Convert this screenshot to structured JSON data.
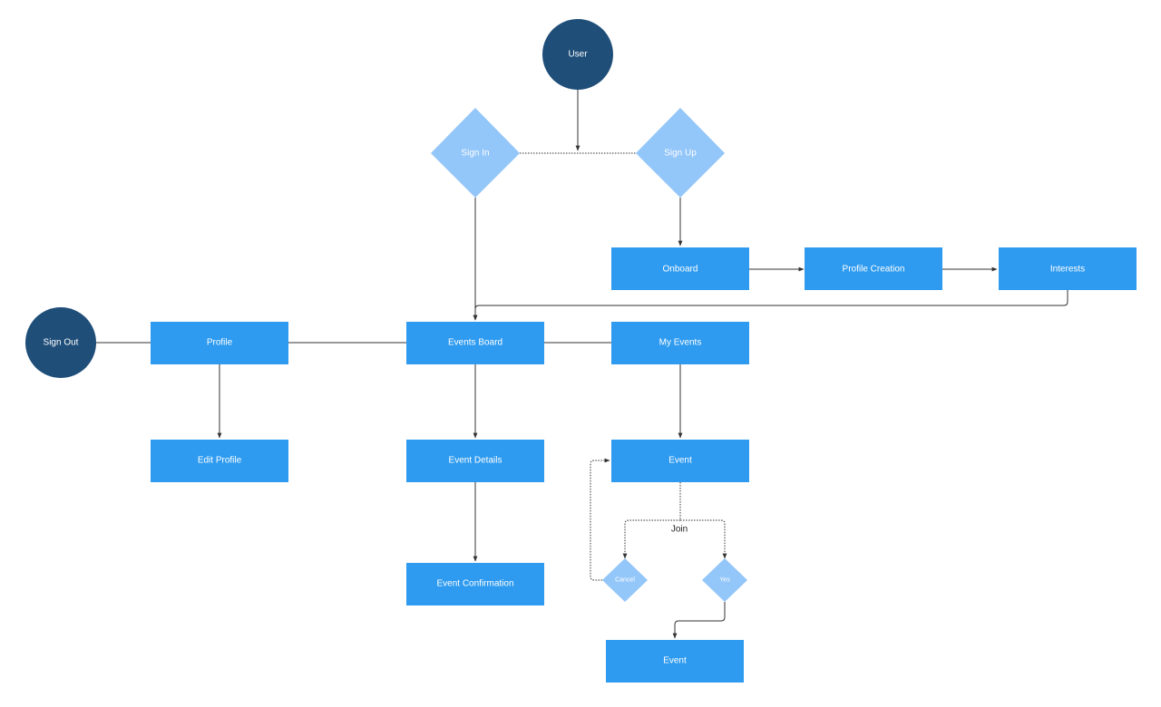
{
  "colors": {
    "circle_fill": "#1f4e79",
    "rect_fill": "#2e9bf0",
    "diamond_fill": "#93c6f9",
    "connector": "#333333",
    "background": "#ffffff"
  },
  "nodes": {
    "user": "User",
    "sign_in": "Sign In",
    "sign_up": "Sign Up",
    "onboard": "Onboard",
    "profile_creation": "Profile Creation",
    "interests": "Interests",
    "sign_out": "Sign Out",
    "profile": "Profile",
    "events_board": "Events Board",
    "my_events": "My Events",
    "edit_profile": "Edit Profile",
    "event_details": "Event Details",
    "event_confirmation": "Event Confirmation",
    "event": "Event",
    "cancel": "Cancel",
    "yes": "Yes",
    "event_final": "Event"
  },
  "edge_labels": {
    "join": "Join"
  }
}
